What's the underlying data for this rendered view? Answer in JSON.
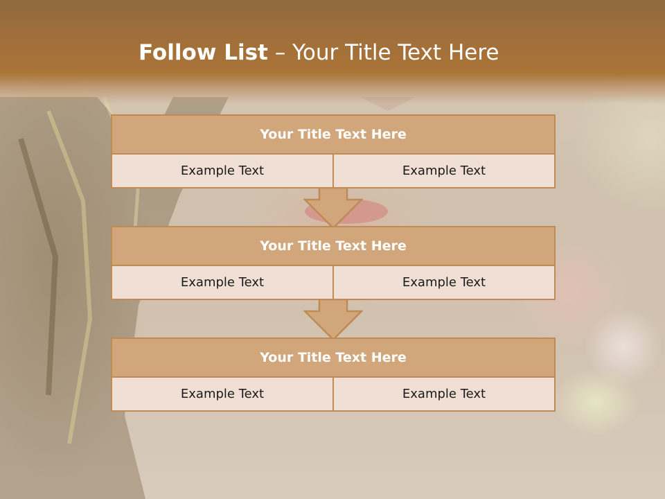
{
  "slide": {
    "title_strong": "Follow List",
    "title_rest": " – Your Title Text Here"
  },
  "stages": [
    {
      "title": "Your Title Text Here",
      "cells": [
        "Example Text",
        "Example Text"
      ]
    },
    {
      "title": "Your Title Text Here",
      "cells": [
        "Example Text",
        "Example Text"
      ]
    },
    {
      "title": "Your Title Text Here",
      "cells": [
        "Example Text",
        "Example Text"
      ]
    }
  ],
  "colors": {
    "header_band": "#a4703a",
    "stage_title_fill": "#d2a67b",
    "stage_cell_fill": "#efdfd4",
    "border": "#be8a55",
    "arrow_fill": "#d2a67b"
  }
}
